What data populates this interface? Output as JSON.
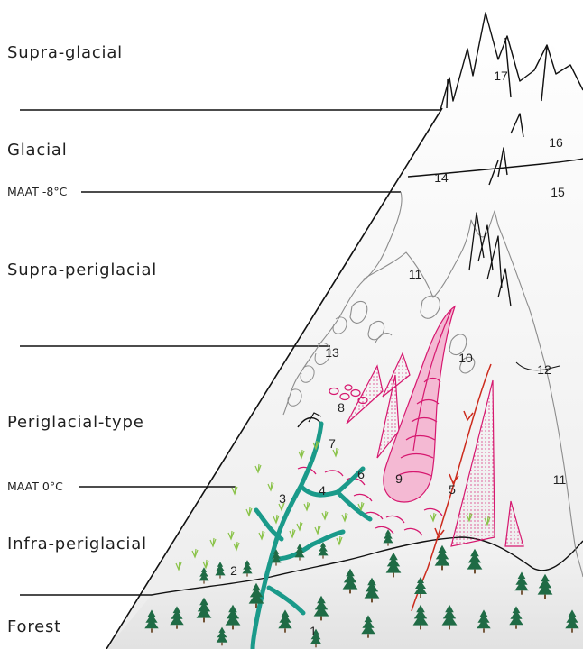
{
  "zones": {
    "supra_glacial": "Supra-glacial",
    "glacial": "Glacial",
    "supra_periglacial": "Supra-periglacial",
    "periglacial_type": "Periglacial-type",
    "infra_periglacial": "Infra-periglacial",
    "forest": "Forest"
  },
  "isotherms": {
    "maat_minus8": "MAAT -8°C",
    "maat_0": "MAAT 0°C"
  },
  "feature_numbers": {
    "n1": "1",
    "n2": "2",
    "n3": "3",
    "n4": "4",
    "n5": "5",
    "n6": "6",
    "n7": "7",
    "n8": "8",
    "n9": "9",
    "n10": "10",
    "n11a": "11",
    "n11b": "11",
    "n12": "12",
    "n13": "13",
    "n14": "14",
    "n15": "15",
    "n16": "16",
    "n17": "17"
  },
  "colors": {
    "line": "#111111",
    "outline": "#8c8c8c",
    "river": "#1a9a8a",
    "tree": "#1f6b45",
    "grass": "#8bc34a",
    "landform": "#d6186f",
    "landform_fill": "#f4b9d3",
    "fault": "#cc2b1d"
  }
}
